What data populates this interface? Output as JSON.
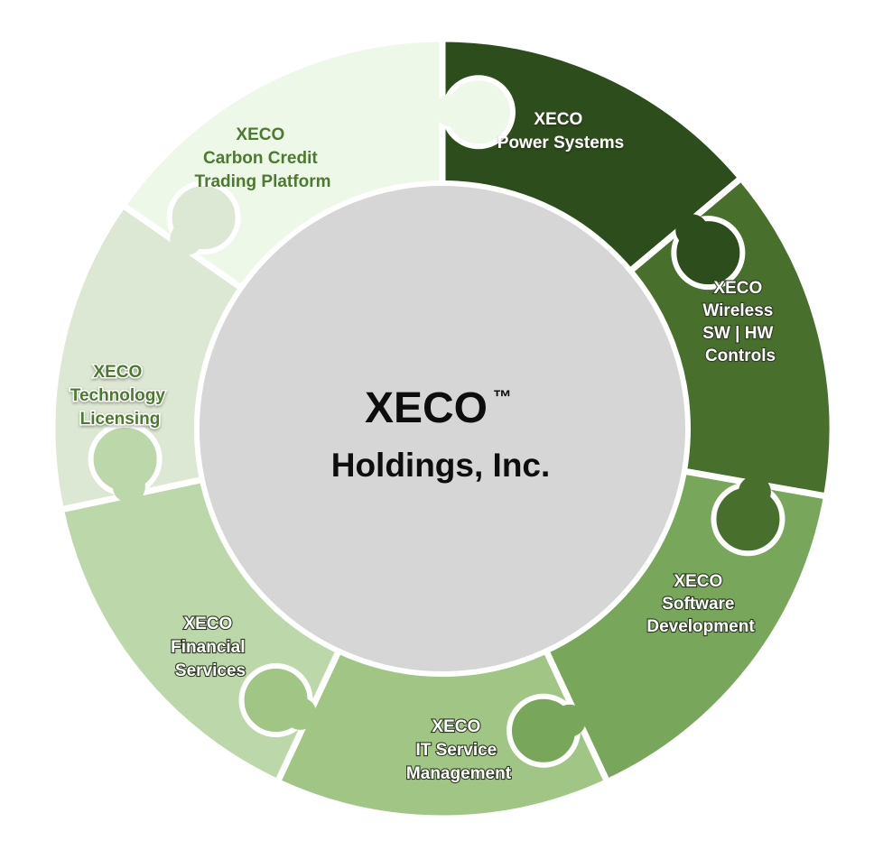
{
  "center": {
    "brand": "XECO",
    "trademark": "™",
    "subtitle": "Holdings, Inc.",
    "fill": "#d6d6d6"
  },
  "segments": [
    {
      "id": "power-systems",
      "lines": [
        "XECO",
        "Power Systems"
      ],
      "fill": "#2e4d1d",
      "text_style": "white"
    },
    {
      "id": "wireless-controls",
      "lines": [
        "XECO",
        "Wireless",
        "SW | HW",
        "Controls"
      ],
      "fill": "#48702c",
      "text_style": "white-outlined"
    },
    {
      "id": "software-development",
      "lines": [
        "XECO",
        "Software",
        "Development"
      ],
      "fill": "#78a65a",
      "text_style": "white-outlined"
    },
    {
      "id": "it-service-management",
      "lines": [
        "XECO",
        "IT Service",
        "Management"
      ],
      "fill": "#a0c584",
      "text_style": "white-outlined"
    },
    {
      "id": "financial-services",
      "lines": [
        "XECO",
        "Financial",
        "Services"
      ],
      "fill": "#bcd7aa",
      "text_style": "white-outlined"
    },
    {
      "id": "technology-licensing",
      "lines": [
        "XECO",
        "Technology",
        "Licensing"
      ],
      "fill": "#dce8d3",
      "text_style": "green-outlined"
    },
    {
      "id": "carbon-credit",
      "lines": [
        "XECO",
        "Carbon Credit",
        "Trading Platform"
      ],
      "fill": "#edf8e9",
      "text_style": "green"
    }
  ]
}
